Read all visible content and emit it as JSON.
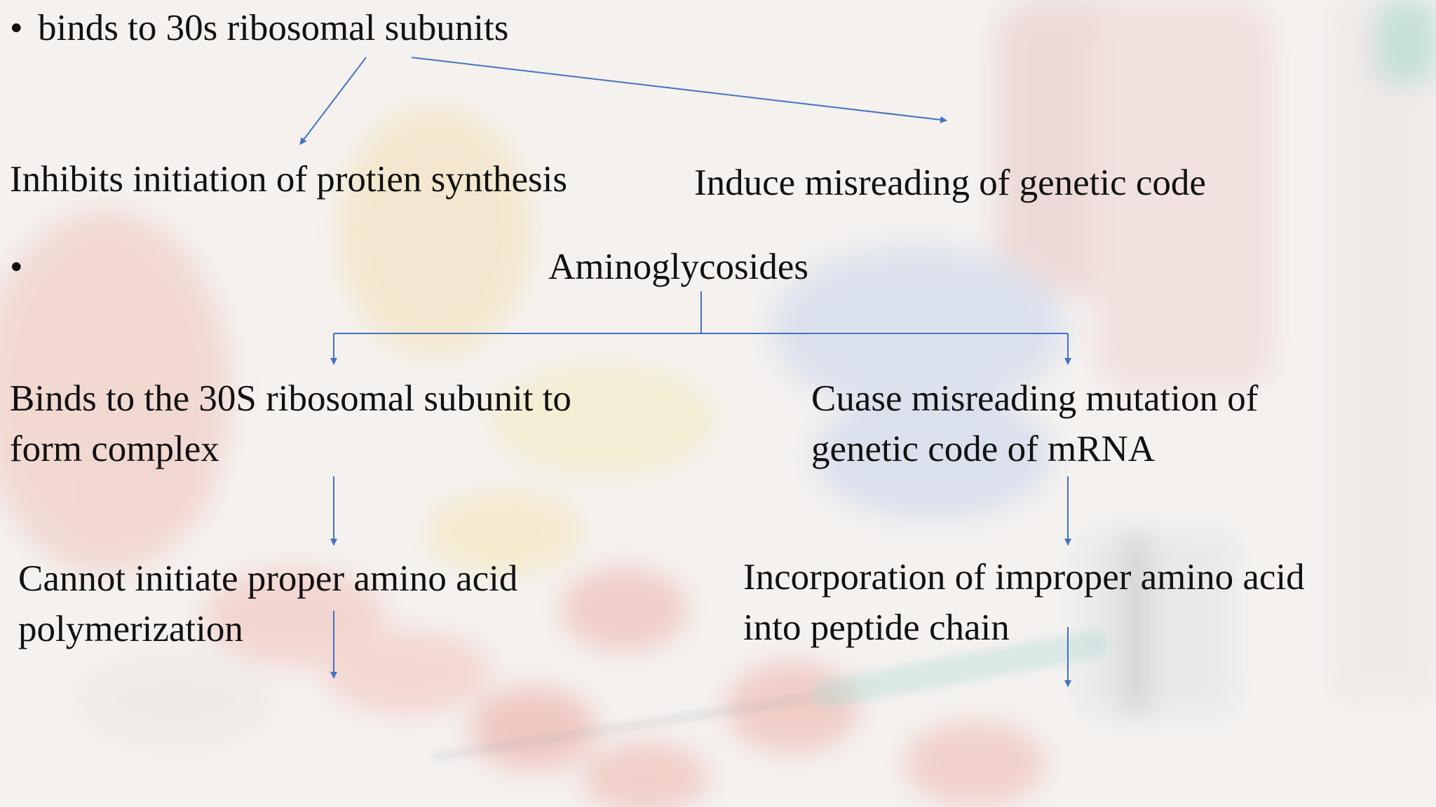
{
  "slide": {
    "bullet1": {
      "marker": "•",
      "text": "binds to 30s ribosomal subunits"
    },
    "effect_left": "Inhibits initiation of protien synthesis",
    "effect_right": "Induce misreading of genetic code",
    "bullet2": {
      "marker": "•",
      "text": "Aminoglycosides"
    },
    "branch_left": {
      "line1": "Binds to the 30S ribosomal subunit to",
      "line2": "form complex",
      "result_line1": "Cannot initiate proper amino acid",
      "result_line2": "polymerization"
    },
    "branch_right": {
      "line1": "Cuase misreading mutation of",
      "line2": "genetic code of mRNA",
      "result_line1": "Incorporation of improper amino acid",
      "result_line2": "into peptide chain"
    }
  },
  "colors": {
    "arrow": "#4472c4",
    "text": "#111111"
  }
}
